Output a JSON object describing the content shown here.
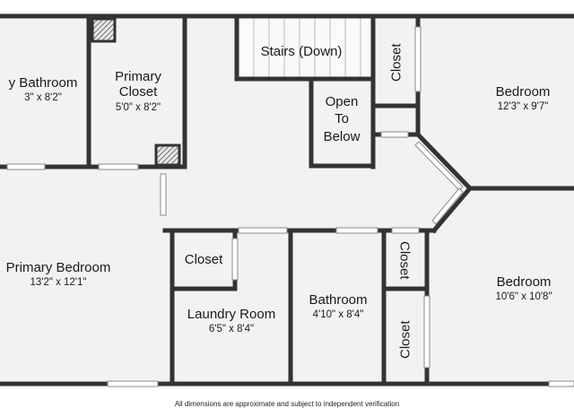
{
  "rooms": {
    "bathroom_left": {
      "name": "y Bathroom",
      "dim": "3\" x 8'2\""
    },
    "primary_closet": {
      "name": "Primary Closet",
      "dim": "5'0\" x 8'2\""
    },
    "stairs": {
      "name": "Stairs (Down)"
    },
    "open_to_below": {
      "name": "Open To Below"
    },
    "closet_top": {
      "name": "Closet"
    },
    "bedroom_top": {
      "name": "Bedroom",
      "dim": "12'3\" x 9'7\""
    },
    "primary_bedroom": {
      "name": "Primary Bedroom",
      "dim": "13'2\" x 12'1\""
    },
    "closet_laundry": {
      "name": "Closet"
    },
    "laundry_room": {
      "name": "Laundry Room",
      "dim": "6'5\" x 8'4\""
    },
    "bathroom": {
      "name": "Bathroom",
      "dim": "4'10\" x 8'4\""
    },
    "closet_mid": {
      "name": "Closet"
    },
    "closet_low": {
      "name": "Closet"
    },
    "bedroom_bottom": {
      "name": "Bedroom",
      "dim": "10'6\" x 10'8\""
    }
  },
  "footer": {
    "note": "All dimensions are approximate and subject to independent verification"
  },
  "colors": {
    "wall": "#333333",
    "floor": "#f2f2f2",
    "window": "#ffffff"
  }
}
